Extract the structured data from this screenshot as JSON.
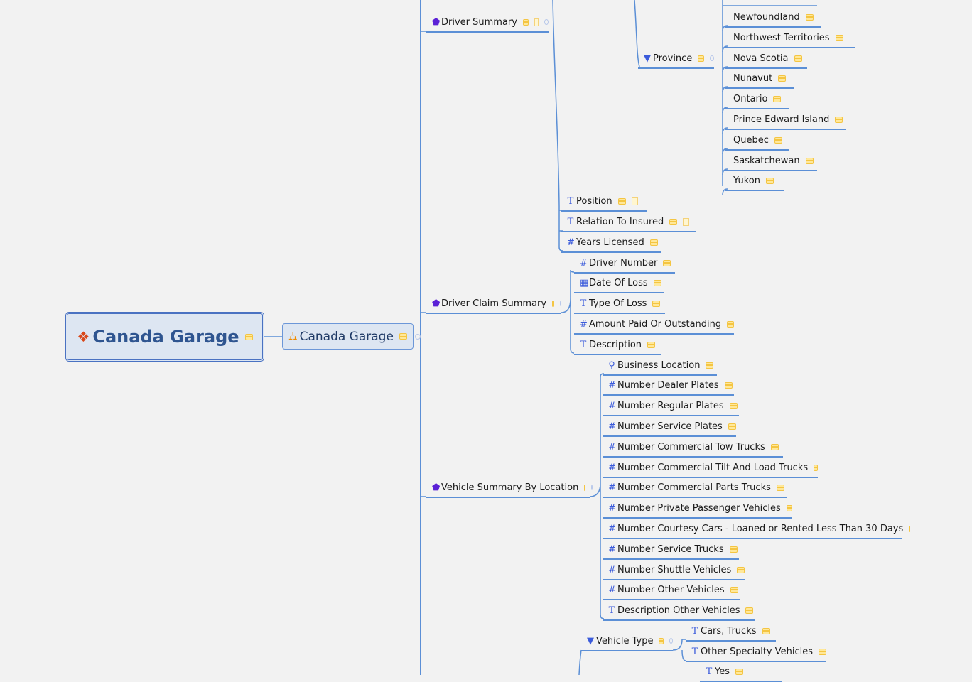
{
  "root": {
    "label": "Canada Garage",
    "icon": "diamond-cluster-icon"
  },
  "model": {
    "label": "Canada Garage",
    "icon": "hierarchy-icon"
  },
  "driver_summary": {
    "label": "Driver Summary",
    "icon": "shield-icon",
    "province": {
      "label": "Province",
      "icon": "dropdown-arrow-icon",
      "options": [
        "Newfoundland",
        "Northwest Territories",
        "Nova Scotia",
        "Nunavut",
        "Ontario",
        "Prince Edward Island",
        "Quebec",
        "Saskatchewan",
        "Yukon"
      ]
    },
    "fields": [
      {
        "label": "Position",
        "icon": "text-icon"
      },
      {
        "label": "Relation To Insured",
        "icon": "text-icon"
      },
      {
        "label": "Years Licensed",
        "icon": "number-icon"
      }
    ]
  },
  "driver_claim_summary": {
    "label": "Driver Claim Summary",
    "icon": "shield-icon",
    "fields": [
      {
        "label": "Driver Number",
        "icon": "number-icon"
      },
      {
        "label": "Date Of Loss",
        "icon": "calendar-icon"
      },
      {
        "label": "Type Of Loss",
        "icon": "text-icon"
      },
      {
        "label": "Amount Paid Or Outstanding",
        "icon": "number-icon"
      },
      {
        "label": "Description",
        "icon": "text-icon"
      }
    ]
  },
  "vehicle_summary": {
    "label": "Vehicle Summary By Location",
    "icon": "shield-icon",
    "fields": [
      {
        "label": "Business Location",
        "icon": "location-pin-icon"
      },
      {
        "label": "Number Dealer Plates",
        "icon": "number-icon"
      },
      {
        "label": "Number Regular Plates",
        "icon": "number-icon"
      },
      {
        "label": "Number Service Plates",
        "icon": "number-icon"
      },
      {
        "label": "Number Commercial Tow Trucks",
        "icon": "number-icon"
      },
      {
        "label": "Number Commercial Tilt And Load Trucks",
        "icon": "number-icon"
      },
      {
        "label": "Number Commercial Parts Trucks",
        "icon": "number-icon"
      },
      {
        "label": "Number Private Passenger Vehicles",
        "icon": "number-icon"
      },
      {
        "label": "Number Courtesy Cars - Loaned or Rented Less Than 30 Days",
        "icon": "number-icon"
      },
      {
        "label": "Number Service Trucks",
        "icon": "number-icon"
      },
      {
        "label": "Number Shuttle Vehicles",
        "icon": "number-icon"
      },
      {
        "label": "Number Other Vehicles",
        "icon": "number-icon"
      },
      {
        "label": "Description Other Vehicles",
        "icon": "text-icon"
      }
    ]
  },
  "vehicle_type": {
    "label": "Vehicle Type",
    "icon": "dropdown-arrow-icon",
    "options": [
      "Cars, Trucks",
      "Other Specialty Vehicles"
    ]
  },
  "next_field": {
    "options": [
      "Yes"
    ]
  },
  "colors": {
    "line": "#5b8fd6",
    "accent": "#3b5bdb",
    "db": "#f4c542",
    "root_icon": "#d9481a",
    "model_icon": "#f08c00"
  }
}
